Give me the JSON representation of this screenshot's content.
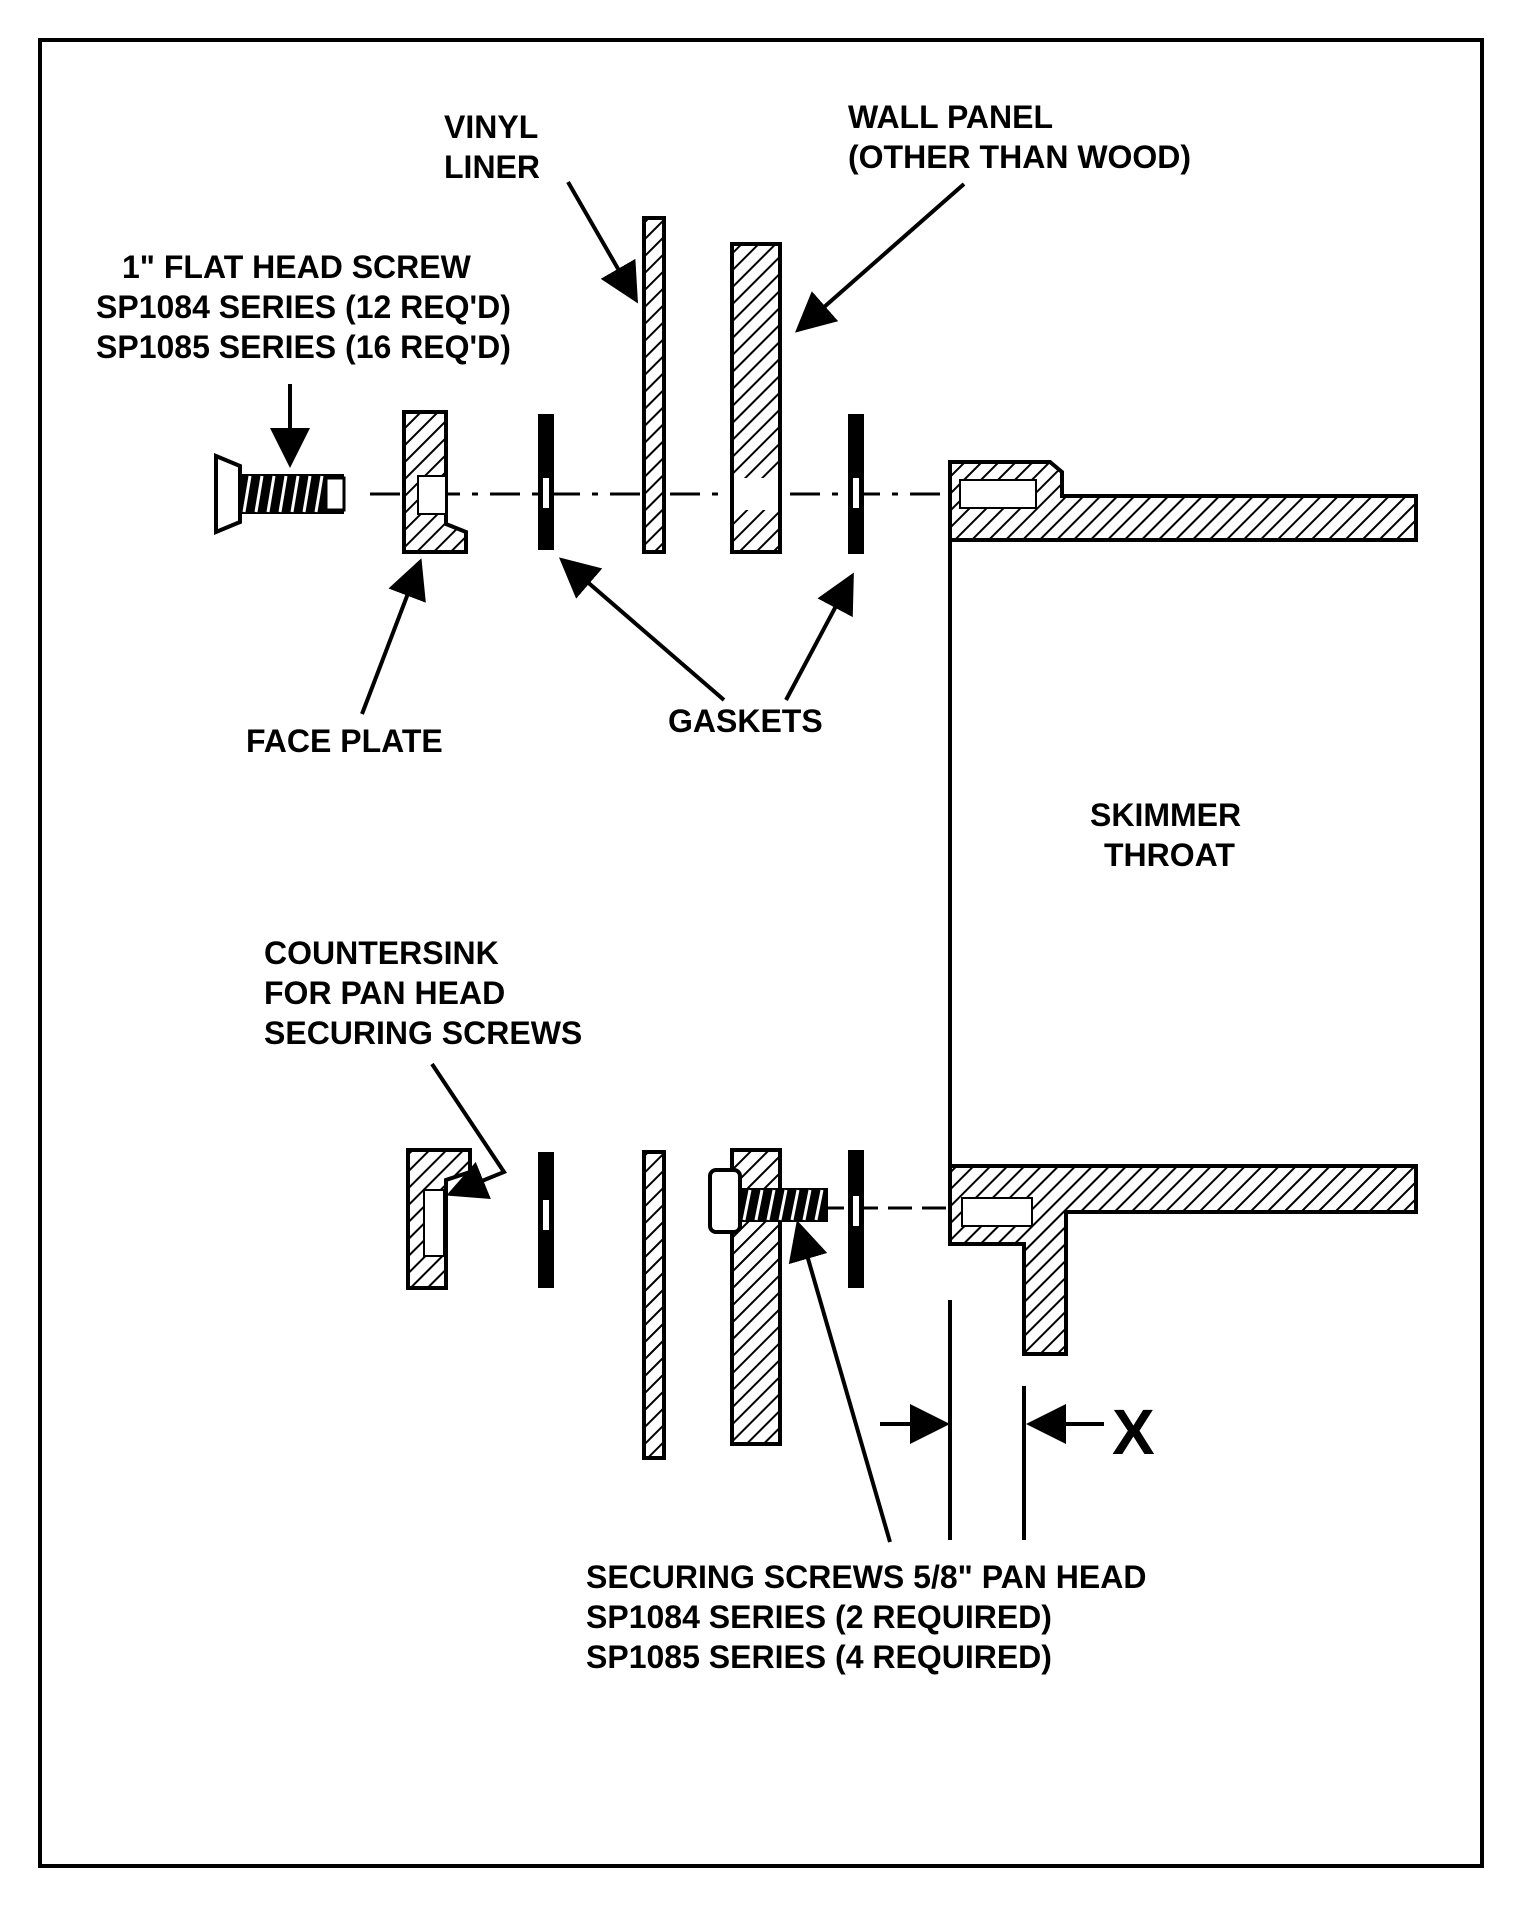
{
  "labels": {
    "vinyl_liner": [
      "VINYL",
      "LINER"
    ],
    "wall_panel": [
      "WALL PANEL",
      "(OTHER THAN WOOD)"
    ],
    "flat_head_screw": [
      "1\" FLAT HEAD SCREW",
      "SP1084 SERIES (12 REQ'D)",
      "SP1085 SERIES (16 REQ'D)"
    ],
    "face_plate": "FACE PLATE",
    "gaskets": "GASKETS",
    "skimmer_throat": [
      "SKIMMER",
      "THROAT"
    ],
    "countersink": [
      "COUNTERSINK",
      "FOR PAN HEAD",
      "SECURING SCREWS"
    ],
    "securing_screws": [
      "SECURING SCREWS 5/8\" PAN HEAD",
      "SP1084 SERIES (2 REQUIRED)",
      "SP1085 SERIES (4 REQUIRED)"
    ],
    "dimension_x": "X"
  }
}
